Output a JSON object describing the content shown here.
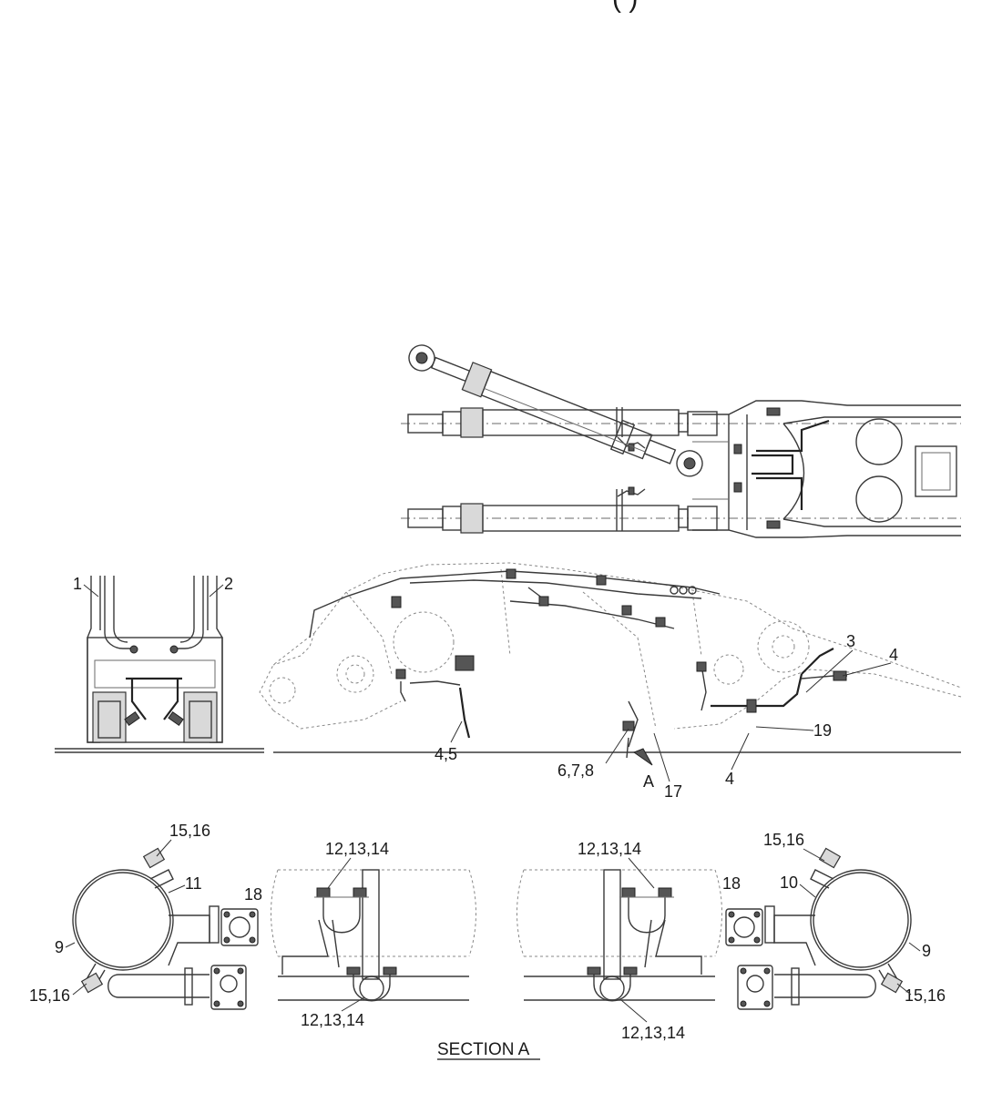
{
  "header_fragment": "(                              )",
  "callouts": {
    "c1": "1",
    "c2": "2",
    "c3": "3",
    "c4_top": "4",
    "c4_5": "4,5",
    "c6_7_8": "6,7,8",
    "cA": "A",
    "c17": "17",
    "c4_bottom": "4",
    "c19": "19",
    "c15_16_tl": "15,16",
    "c11": "11",
    "c18_left": "18",
    "c9_left": "9",
    "c15_16_bl": "15,16",
    "c12_13_14_top_left": "12,13,14",
    "c12_13_14_bottom_left": "12,13,14",
    "c12_13_14_top_right": "12,13,14",
    "c12_13_14_bottom_right": "12,13,14",
    "c15_16_tr": "15,16",
    "c18_right": "18",
    "c10": "10",
    "c9_right": "9",
    "c15_16_br": "15,16"
  },
  "section_label": "SECTION A"
}
